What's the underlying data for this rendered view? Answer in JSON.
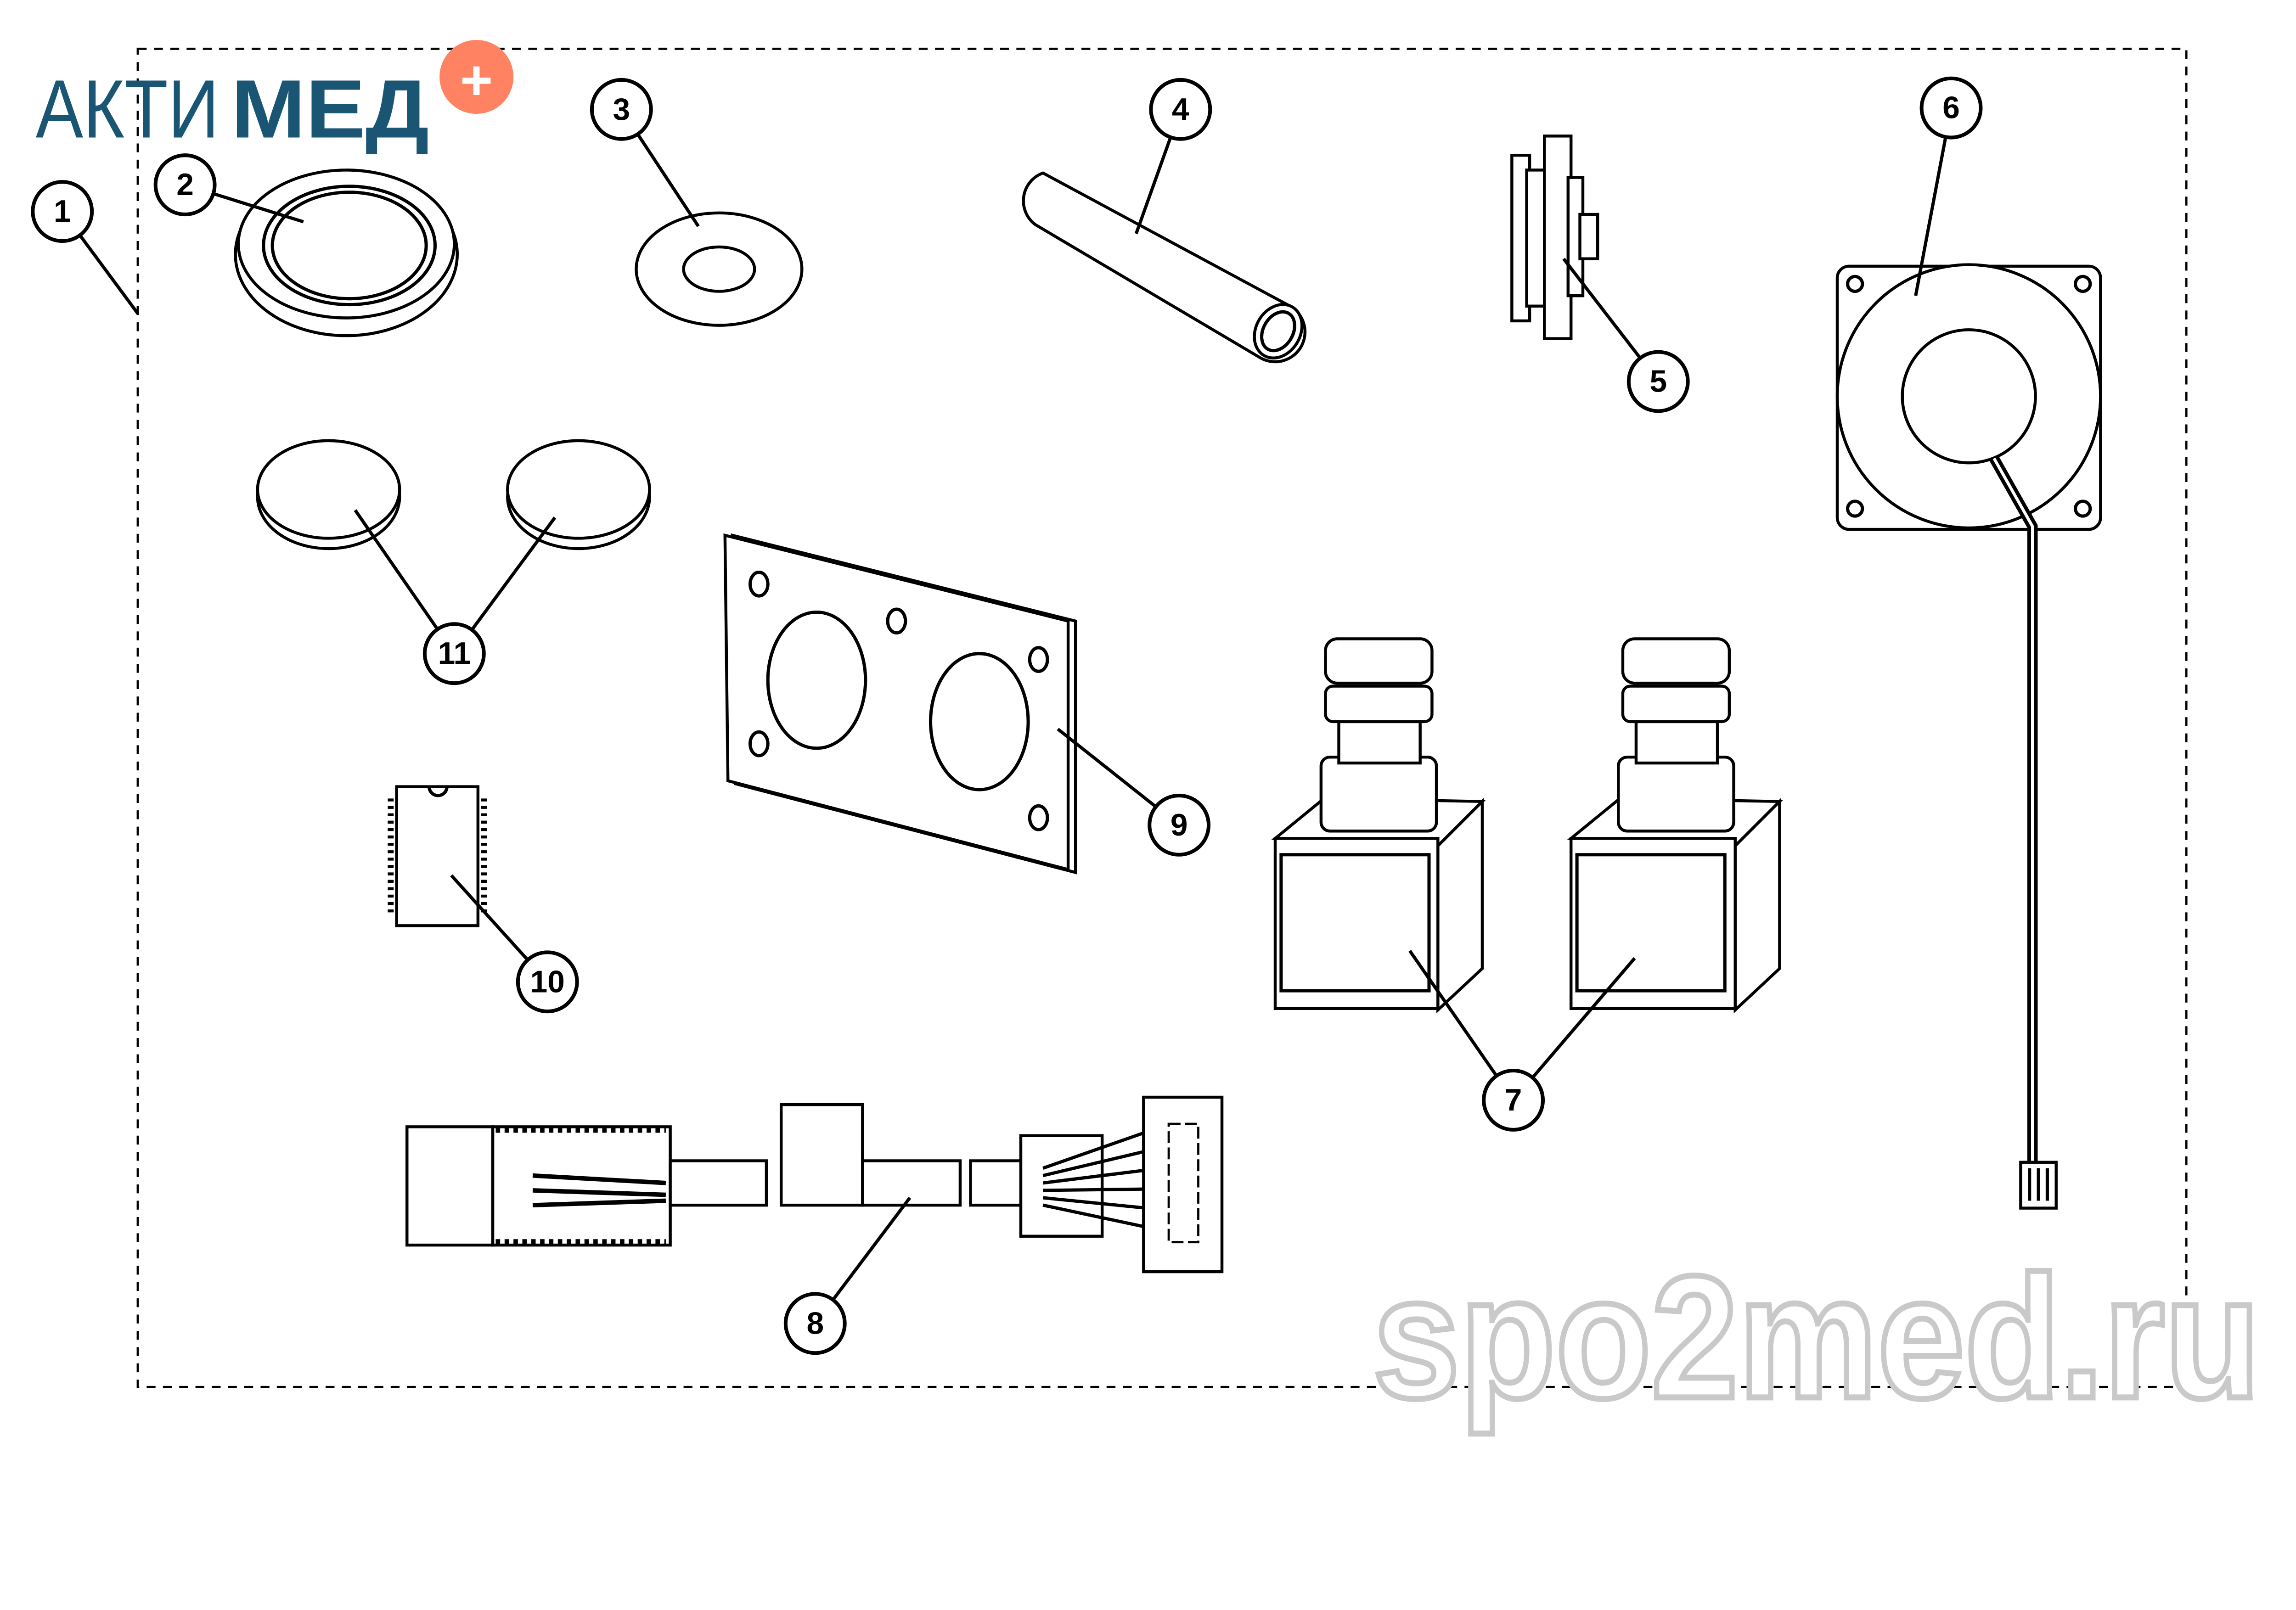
{
  "logo": {
    "text_light": "АКТИ",
    "text_bold": "МЕД",
    "plus": "+",
    "color": "#1b5574",
    "accent": "#ff8363"
  },
  "watermark": "spo2med.ru",
  "callouts": [
    "1",
    "2",
    "3",
    "4",
    "5",
    "6",
    "7",
    "8",
    "9",
    "10",
    "11"
  ]
}
